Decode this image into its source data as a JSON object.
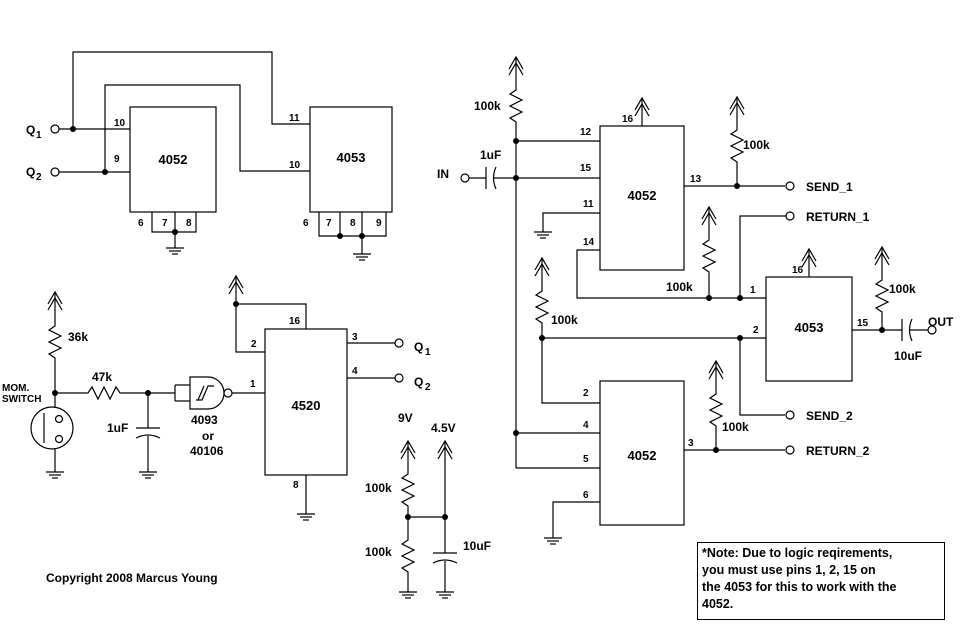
{
  "chips": {
    "u1": "4052",
    "u2": "4053",
    "u3": "4520",
    "u4": "4052",
    "u5": "4053",
    "u6": "4052",
    "gate_a": "4093",
    "gate_or": "or",
    "gate_b": "40106"
  },
  "pins": {
    "u1": [
      "10",
      "9",
      "6",
      "7",
      "8"
    ],
    "u2": [
      "11",
      "10",
      "6",
      "7",
      "8",
      "9"
    ],
    "u3": [
      "16",
      "2",
      "1",
      "3",
      "4",
      "8"
    ],
    "u4": [
      "16",
      "12",
      "15",
      "11",
      "14",
      "13"
    ],
    "u5": [
      "16",
      "1",
      "2",
      "15"
    ],
    "u6": [
      "2",
      "4",
      "5",
      "6",
      "3"
    ],
    "gate": "1"
  },
  "signals": {
    "q": "Q",
    "sub1": "1",
    "sub2": "2",
    "in": "IN",
    "out": "OUT",
    "send1": "SEND_1",
    "return1": "RETURN_1",
    "send2": "SEND_2",
    "return2": "RETURN_2"
  },
  "components": {
    "r_36k": "36k",
    "r_47k": "47k",
    "c_1uf_left": "1uF",
    "mom_switch_1": "MOM.",
    "mom_switch_2": "SWITCH",
    "supply_9v": "9V",
    "supply_4v5": "4.5V",
    "r_100k_a": "100k",
    "r_100k_b": "100k",
    "c_10uf_mid": "10uF",
    "r_100k_in": "100k",
    "c_1uf_in": "1uF",
    "r_100k_send1": "100k",
    "r_100k_ret1": "100k",
    "r_100k_s2": "100k",
    "r_100k_out": "100k",
    "c_10uf_out": "10uF",
    "r_100k_ret2": "100k"
  },
  "copyright": "Copyright 2008 Marcus Young",
  "note": {
    "line1": "*Note: Due to logic reqirements,",
    "line2": "you must use pins 1, 2, 15 on",
    "line3": "the 4053 for this to work with the",
    "line4": "4052."
  }
}
